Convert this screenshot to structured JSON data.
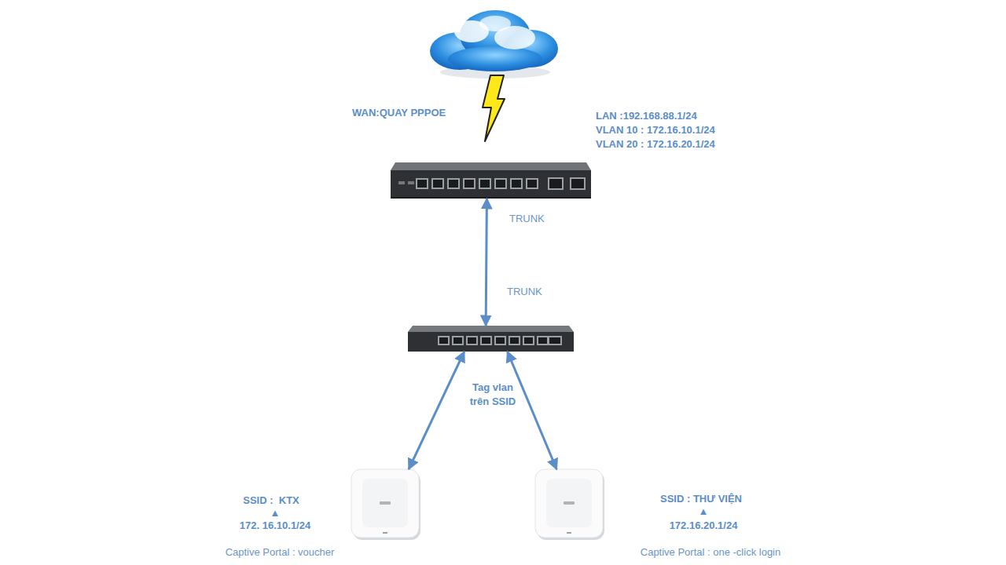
{
  "diagram": {
    "nodes": [
      {
        "text": [
          "WAN:QUAY PPPOE",
          "LAN :192.168.88.1/24",
          "VLAN 10 : 172.16.10.1/24",
          "VLAN 20 : 172.16.20.1/24"
        ]
      },
      {
        "text": [
          "Tag vlan trên SSID"
        ]
      },
      {
        "text": [
          "SSID :  KTX",
          "▲",
          "172. 16.10.1/24",
          "Captive Portal : voucher"
        ]
      },
      {
        "text": [
          "SSID : THƯ VIỆN",
          "▲",
          "172.16.20.1/24",
          "Captive Portal : one -click login"
        ]
      }
    ],
    "edges": [
      {
        "from": 0,
        "to": 1,
        "arrow": "both",
        "label": "TRUNK"
      },
      {
        "from": 1,
        "to": 2,
        "arrow": "both"
      },
      {
        "from": 1,
        "to": 3,
        "arrow": "both"
      }
    ],
    "labels": [
      "TRUNK"
    ]
  }
}
